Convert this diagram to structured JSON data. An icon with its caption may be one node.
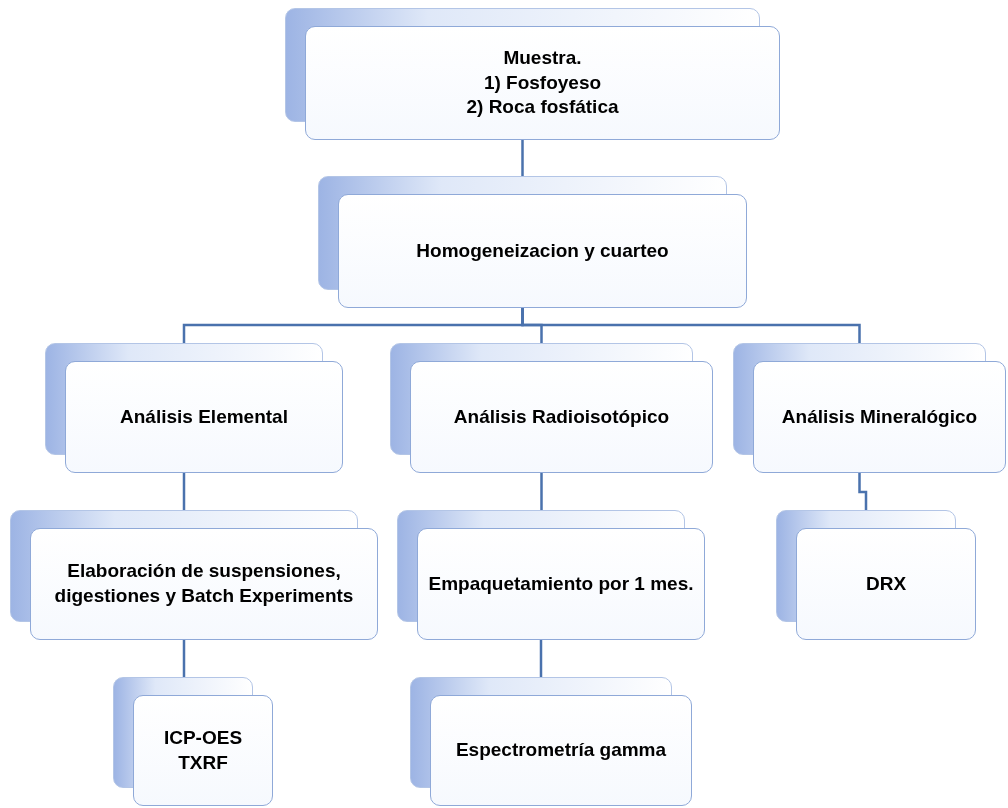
{
  "diagram": {
    "nodes": [
      {
        "text": [
          "Muestra.",
          "1) Fosfoyeso",
          "2) Roca fosfática"
        ]
      },
      {
        "text": [
          "Homogeneizacion y cuarteo"
        ]
      },
      {
        "text": [
          "Análisis Elemental"
        ]
      },
      {
        "text": [
          "Análisis Radioisotópico"
        ]
      },
      {
        "text": [
          "Análisis Mineralógico"
        ]
      },
      {
        "text": [
          "Elaboración de suspensiones, digestiones y Batch Experiments"
        ]
      },
      {
        "text": [
          "ICP-OES",
          "TXRF"
        ]
      },
      {
        "text": [
          "Empaquetamiento por 1 mes."
        ]
      },
      {
        "text": [
          "Espectrometría gamma"
        ]
      },
      {
        "text": [
          "DRX"
        ]
      }
    ],
    "edges": [
      {
        "from": 0,
        "to": 1,
        "arrow": "none"
      },
      {
        "from": 1,
        "to": 2,
        "arrow": "none"
      },
      {
        "from": 1,
        "to": 3,
        "arrow": "none"
      },
      {
        "from": 1,
        "to": 4,
        "arrow": "none"
      },
      {
        "from": 2,
        "to": 5,
        "arrow": "none"
      },
      {
        "from": 5,
        "to": 6,
        "arrow": "none"
      },
      {
        "from": 3,
        "to": 7,
        "arrow": "none"
      },
      {
        "from": 7,
        "to": 8,
        "arrow": "none"
      },
      {
        "from": 4,
        "to": 9,
        "arrow": "none"
      }
    ]
  }
}
